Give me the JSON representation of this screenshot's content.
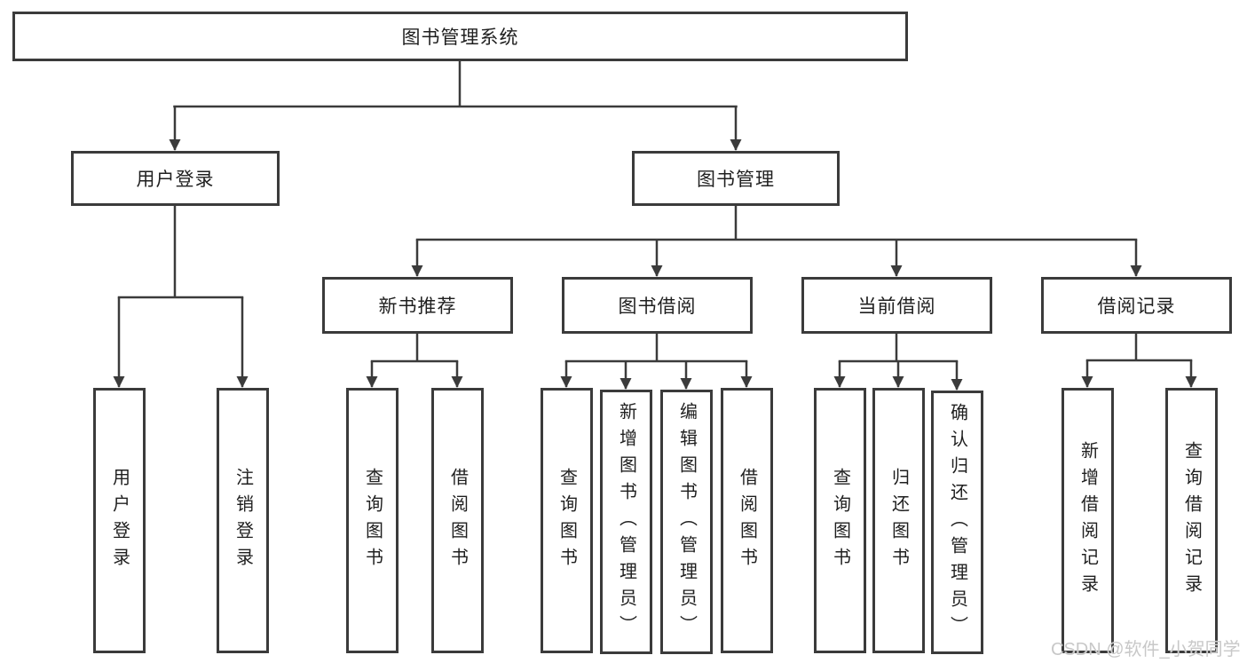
{
  "tree": {
    "root": {
      "label": "图书管理系统"
    },
    "children": [
      {
        "label": "用户登录",
        "children": [
          {
            "label": "用户登录"
          },
          {
            "label": "注销登录"
          }
        ]
      },
      {
        "label": "图书管理",
        "children": [
          {
            "label": "新书推荐",
            "children": [
              {
                "label": "查询图书"
              },
              {
                "label": "借阅图书"
              }
            ]
          },
          {
            "label": "图书借阅",
            "children": [
              {
                "label": "查询图书"
              },
              {
                "label": "新增图书（管理员）"
              },
              {
                "label": "编辑图书（管理员）"
              },
              {
                "label": "借阅图书"
              }
            ]
          },
          {
            "label": "当前借阅",
            "children": [
              {
                "label": "查询图书"
              },
              {
                "label": "归还图书"
              },
              {
                "label": "确认归还（管理员）"
              }
            ]
          },
          {
            "label": "借阅记录",
            "children": [
              {
                "label": "新增借阅记录"
              },
              {
                "label": "查询借阅记录"
              }
            ]
          }
        ]
      }
    ]
  },
  "watermark": {
    "text": "CSDN @软件_小贺同学"
  },
  "colors": {
    "line": "#3b3b3b",
    "box_border": "#3b3b3b",
    "box_fill": "#ffffff",
    "text": "#1f1f1f",
    "watermark": "#c8c8c8",
    "background": "#ffffff"
  }
}
